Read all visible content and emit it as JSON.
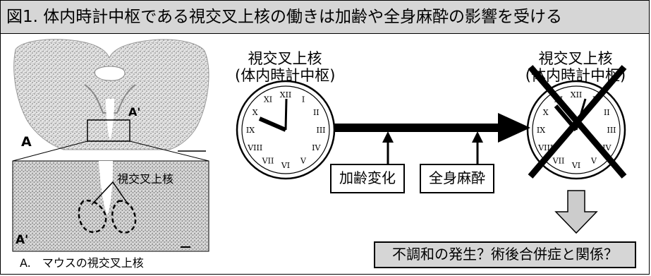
{
  "title": "図1. 体内時計中枢である視交叉上核の働きは加齢や全身麻酔の影響を受ける",
  "clock_left_label": "視交叉上核",
  "clock_left_sublabel": "(体内時計中枢)",
  "clock_right_label": "視交叉上核",
  "clock_right_sublabel": "(体内時計中枢)",
  "clock_numerals": [
    "XII",
    "I",
    "II",
    "III",
    "IV",
    "V",
    "VI",
    "VII",
    "VIII",
    "IX",
    "X",
    "XI"
  ],
  "factor_aging": "加齢変化",
  "factor_anesthesia": "全身麻酔",
  "consequence": "不調和の発生？術後合併症と関係？",
  "panel_a_label": "A",
  "panel_a_prime_label": "A'",
  "inset_a_prime_label": "A'",
  "inset_scn_label": "視交叉上核",
  "caption": "A.　マウスの視交叉上核",
  "colors": {
    "title_bg": "#d6d6d6",
    "arrow_gray": "#cccccc",
    "cross": "#000000"
  }
}
